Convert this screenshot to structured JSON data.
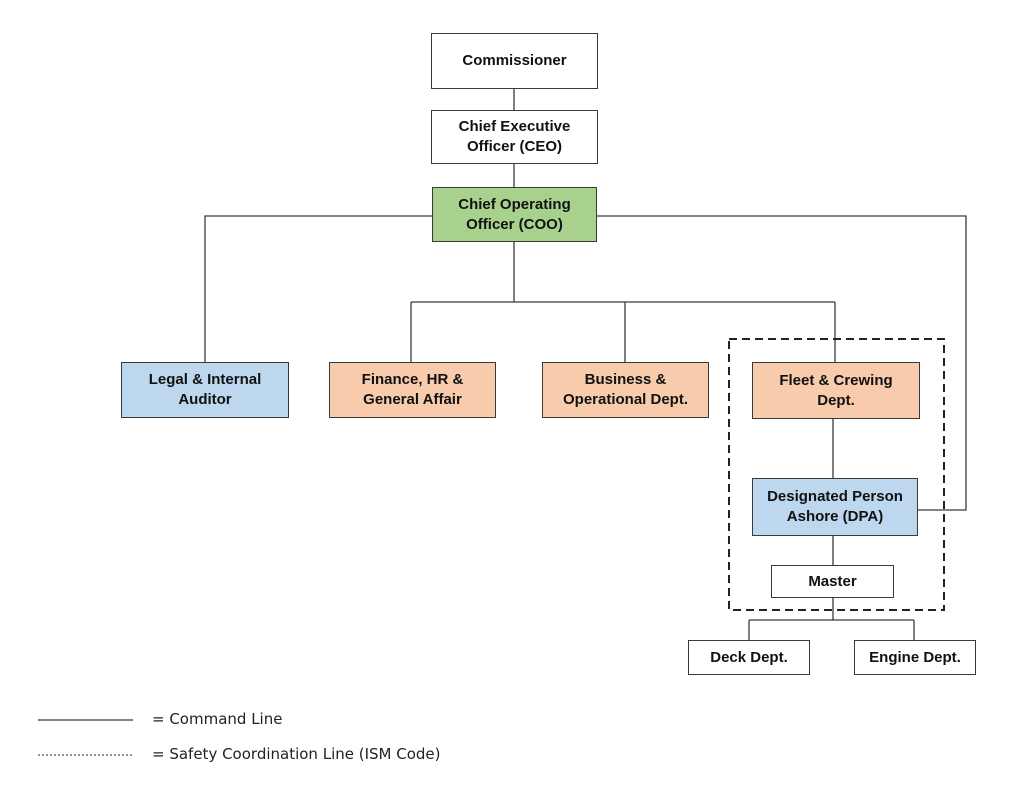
{
  "nodes": {
    "commissioner": {
      "label": "Commissioner",
      "fill": "#ffffff"
    },
    "ceo": {
      "label": "Chief Executive\nOfficer (CEO)",
      "fill": "#ffffff"
    },
    "coo": {
      "label": "Chief Operating\nOfficer (COO)",
      "fill": "#a9d18e"
    },
    "legal": {
      "label": "Legal & Internal\nAuditor",
      "fill": "#bdd7ee"
    },
    "finance": {
      "label": "Finance, HR &\nGeneral Affair",
      "fill": "#f8cbad"
    },
    "business": {
      "label": "Business &\nOperational Dept.",
      "fill": "#f8cbad"
    },
    "fleet": {
      "label": "Fleet & Crewing\nDept.",
      "fill": "#f8cbad"
    },
    "dpa": {
      "label": "Designated Person\nAshore (DPA)",
      "fill": "#bdd7ee"
    },
    "master": {
      "label": "Master",
      "fill": "#ffffff"
    },
    "deck": {
      "label": "Deck Dept.",
      "fill": "#ffffff"
    },
    "engine": {
      "label": "Engine Dept.",
      "fill": "#ffffff"
    }
  },
  "legend": {
    "command": "= Command Line",
    "safety": "= Safety Coordination Line (ISM Code)"
  }
}
